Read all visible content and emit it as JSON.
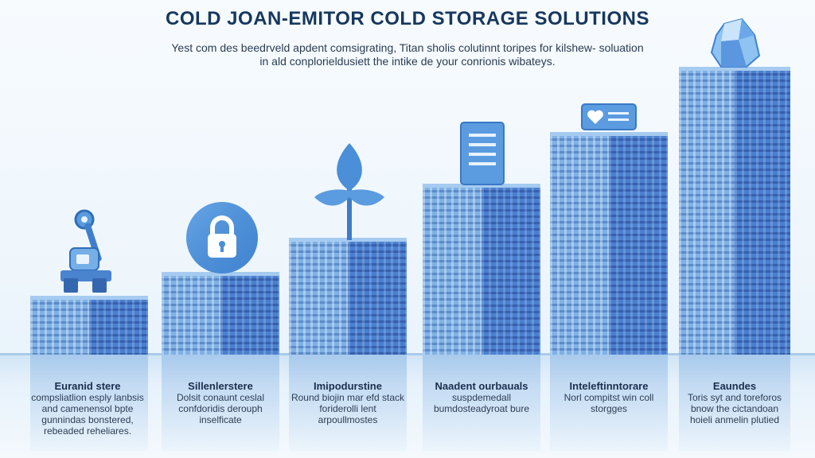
{
  "title": "COLD JOAN-EMITOR COLD STORAGE SOLUTIONS",
  "subtitle": "Yest com des beedrveld apdent comsigrating, Titan sholis colutinnt toripes for kilshew- soluation in ald conplorieldusiett the intike de your conrionis wibateys.",
  "columns": [
    {
      "title": "Euranid stere",
      "text": "compsliatlion esply lanbsis and camenensol bpte gunnindas bonstered, rebeaded reheliares.",
      "icon": "robot-arm-icon"
    },
    {
      "title": "Sillenlerstere",
      "text": "Dolsit conaunt ceslal confdoridis derouph inselficate",
      "icon": "padlock-icon"
    },
    {
      "title": "Imipodurstine",
      "text": "Round biojin mar efd stack foriderolli lent arpoullmostes",
      "icon": "plant-sprout-icon"
    },
    {
      "title": "Naadent ourbauals",
      "text": "suspdemedall bumdosteadyroat bure",
      "icon": "document-list-icon"
    },
    {
      "title": "Inteleftinntorare",
      "text": "Norl compitst win coll storgges",
      "icon": "heart-card-icon"
    },
    {
      "title": "Eaundes",
      "text": "Toris syt and toreforos bnow the cictandoan hoieli anmelin plutied",
      "icon": "ice-crystal-icon"
    }
  ],
  "colors": {
    "title": "#17375e",
    "tower_light": "#7fb1e6",
    "tower_dark": "#4a7fcf",
    "icon_blue": "#4a8fd8"
  }
}
